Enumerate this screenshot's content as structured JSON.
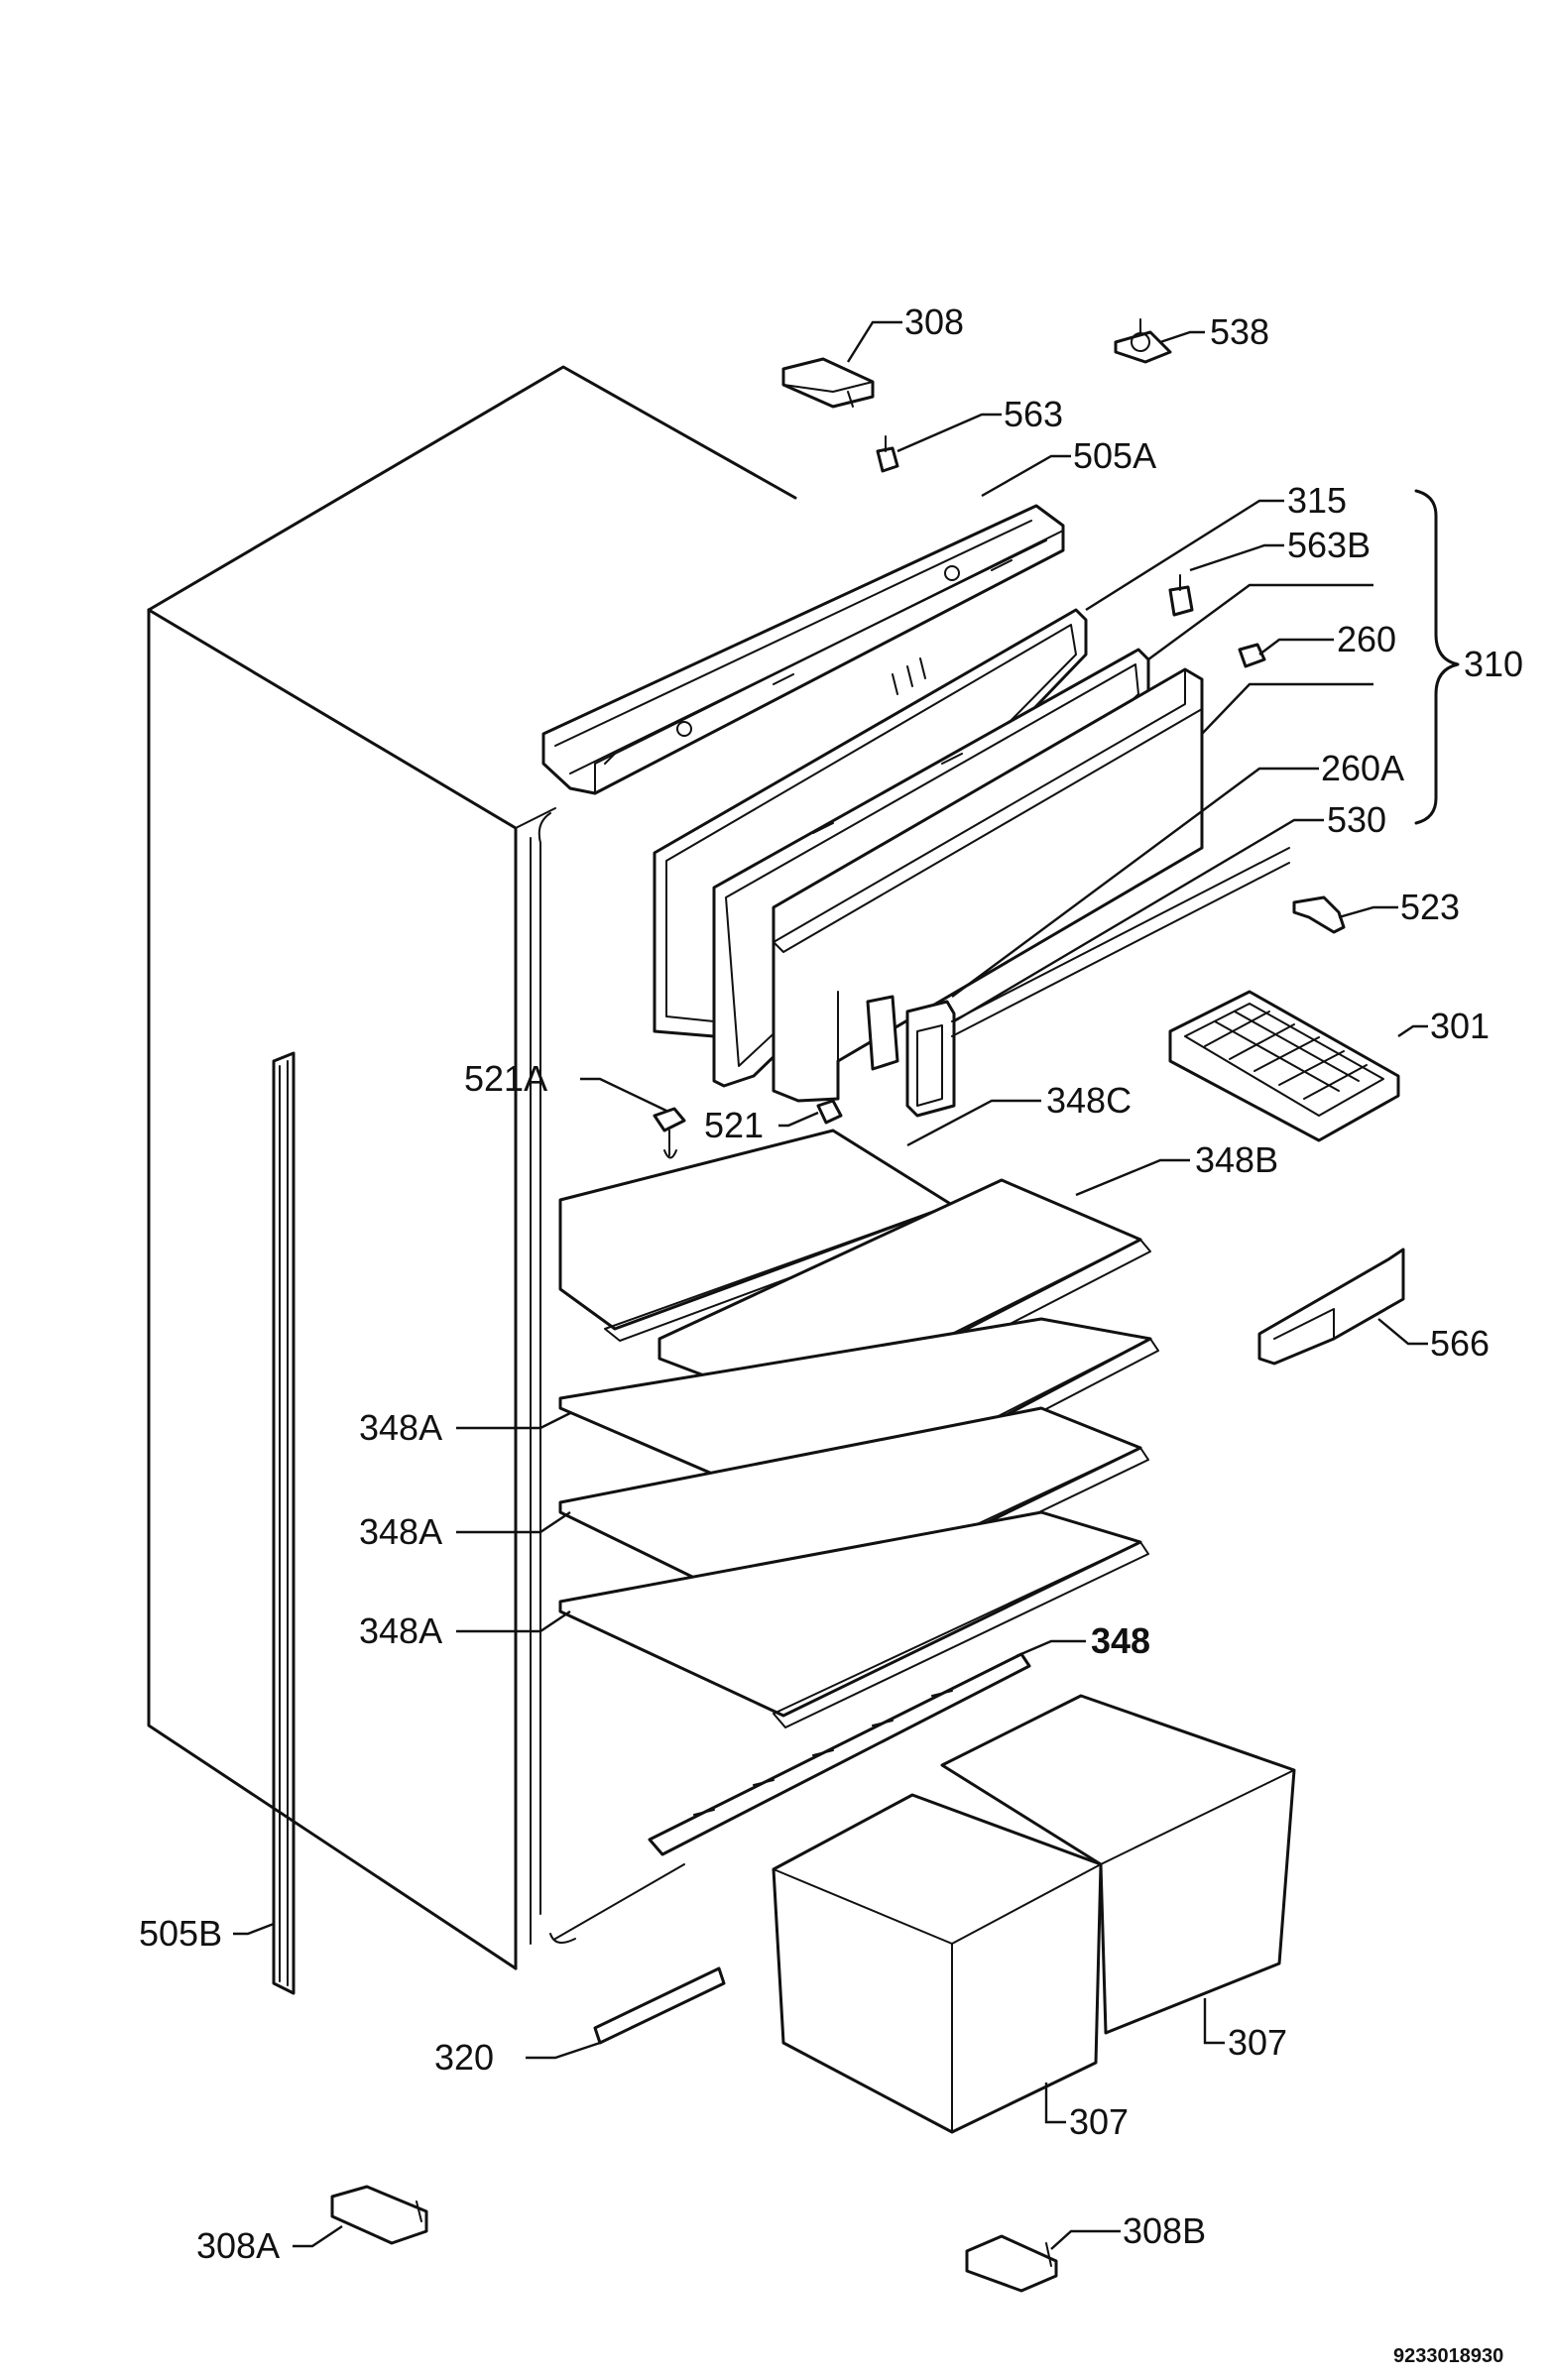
{
  "labels": {
    "p308": "308",
    "p538": "538",
    "p563": "563",
    "p505a": "505A",
    "p315": "315",
    "p563b": "563B",
    "p260": "260",
    "p310": "310",
    "p260a": "260A",
    "p530": "530",
    "p523": "523",
    "p301": "301",
    "p521a": "521A",
    "p521": "521",
    "p348c": "348C",
    "p348b": "348B",
    "p566": "566",
    "p348a_1": "348A",
    "p348a_2": "348A",
    "p348a_3": "348A",
    "p348": "348",
    "p505b": "505B",
    "p320": "320",
    "p307_right": "307",
    "p307_left": "307",
    "p308a": "308A",
    "p308b": "308B"
  },
  "document_number": "9233018930"
}
